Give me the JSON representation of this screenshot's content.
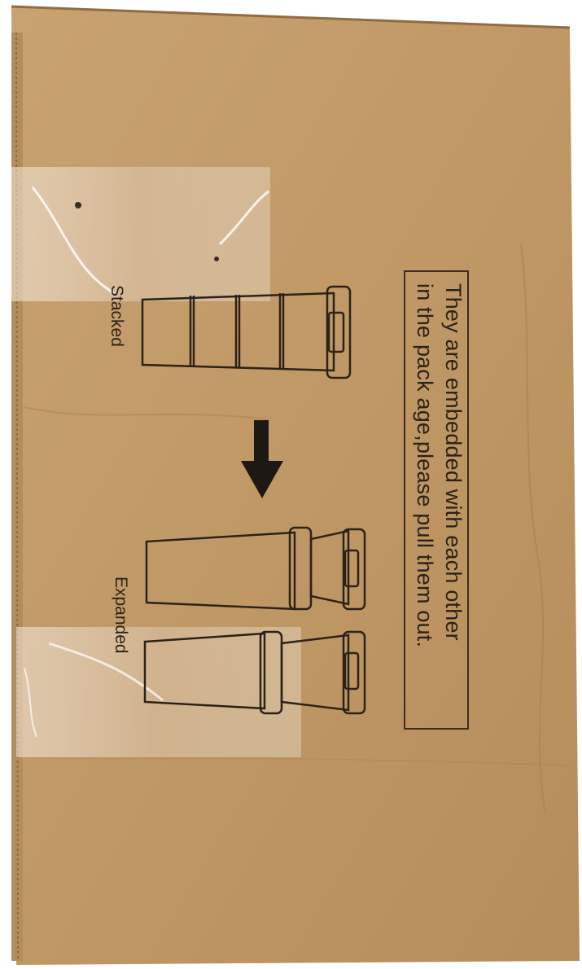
{
  "instructions": {
    "line_1": "They are embedded with each other",
    "line_2": "in the pack age,please pull them out."
  },
  "labels": {
    "stacked": "Stacked",
    "expanded": "Expanded"
  },
  "colors": {
    "cardboard": "#c29a68",
    "cardboard_dark": "#a87f4e",
    "ink": "#2b2218",
    "tape": "#e9dcc8"
  },
  "icons": {
    "arrow": "down-arrow-icon",
    "stacked": "stacked-cups-icon",
    "expanded": "expanded-cups-icon"
  }
}
